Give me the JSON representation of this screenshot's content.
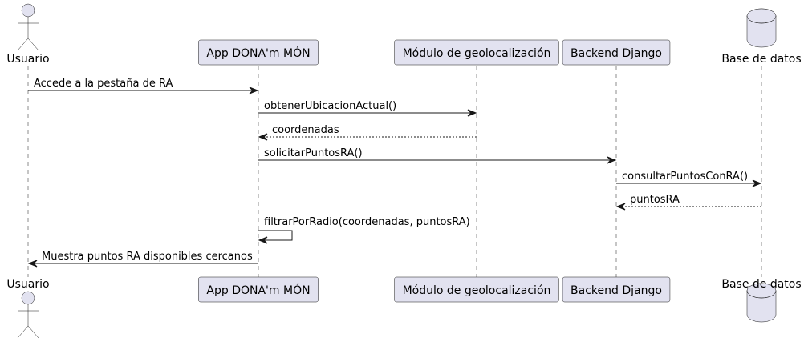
{
  "participants": [
    {
      "id": "usuario",
      "label": "Usuario",
      "kind": "actor"
    },
    {
      "id": "app",
      "label": "App DONA'm MÓN",
      "kind": "participant"
    },
    {
      "id": "geo",
      "label": "Módulo de geolocalización",
      "kind": "participant"
    },
    {
      "id": "backend",
      "label": "Backend Django",
      "kind": "participant"
    },
    {
      "id": "db",
      "label": "Base de datos",
      "kind": "database"
    }
  ],
  "messages": [
    {
      "from": "usuario",
      "to": "app",
      "label": "Accede a la pestaña de RA",
      "style": "solid"
    },
    {
      "from": "app",
      "to": "geo",
      "label": "obtenerUbicacionActual()",
      "style": "solid"
    },
    {
      "from": "geo",
      "to": "app",
      "label": "coordenadas",
      "style": "dashed"
    },
    {
      "from": "app",
      "to": "backend",
      "label": "solicitarPuntosRA()",
      "style": "solid"
    },
    {
      "from": "backend",
      "to": "db",
      "label": "consultarPuntosConRA()",
      "style": "solid"
    },
    {
      "from": "db",
      "to": "backend",
      "label": "puntosRA",
      "style": "dashed"
    },
    {
      "from": "app",
      "to": "app",
      "label": "filtrarPorRadio(coordenadas, puntosRA)",
      "style": "solid"
    },
    {
      "from": "app",
      "to": "usuario",
      "label": "Muestra puntos RA disponibles cercanos",
      "style": "solid"
    }
  ],
  "colors": {
    "fill": "#e2e2f0",
    "stroke": "#181818",
    "text": "#000000"
  },
  "icons": {
    "actor": "stick-figure-icon",
    "database": "cylinder-icon"
  }
}
